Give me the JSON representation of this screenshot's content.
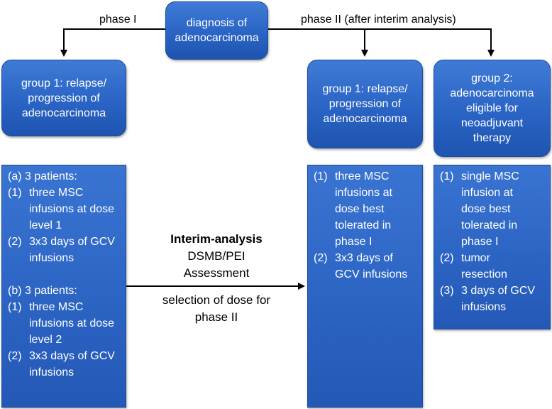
{
  "top_box": {
    "text": "diagnosis of\nadenocarcinoma"
  },
  "labels": {
    "phase1": "phase I",
    "phase2": "phase II (after interim analysis)"
  },
  "left_group": {
    "text": "group 1: relapse/\nprogression of\nadenocarcinoma"
  },
  "mid_group": {
    "text": "group 1: relapse/\nprogression of\nadenocarcinoma"
  },
  "right_group": {
    "text": "group 2:\nadenocarcinoma\neligible for\nneoadjuvant\ntherapy"
  },
  "left_panel": {
    "a_header": "(a) 3 patients:",
    "a_items": [
      {
        "num": "(1)",
        "text": "three MSC\ninfusions at dose\nlevel 1"
      },
      {
        "num": "(2)",
        "text": "3x3 days of GCV\ninfusions"
      }
    ],
    "b_header": "(b) 3 patients:",
    "b_items": [
      {
        "num": "(1)",
        "text": "three MSC\ninfusions at dose\nlevel 2"
      },
      {
        "num": "(2)",
        "text": "3x3 days of GCV\ninfusions"
      }
    ]
  },
  "mid_panel": {
    "items": [
      {
        "num": "(1)",
        "text": "three MSC\ninfusions at\ndose best\ntolerated in\nphase I"
      },
      {
        "num": "(2)",
        "text": "3x3 days of\nGCV infusions"
      }
    ]
  },
  "right_panel": {
    "items": [
      {
        "num": "(1)",
        "text": "single MSC\ninfusion at\ndose best\ntolerated in\nphase I"
      },
      {
        "num": "(2)",
        "text": "tumor\nresection"
      },
      {
        "num": "(3)",
        "text": "3 days of GCV\ninfusions"
      }
    ]
  },
  "interim": {
    "title": "Interim-analysis",
    "line2": "DSMB/PEI",
    "line3": "Assessment",
    "line4": "selection of dose for",
    "line5": "phase II"
  }
}
